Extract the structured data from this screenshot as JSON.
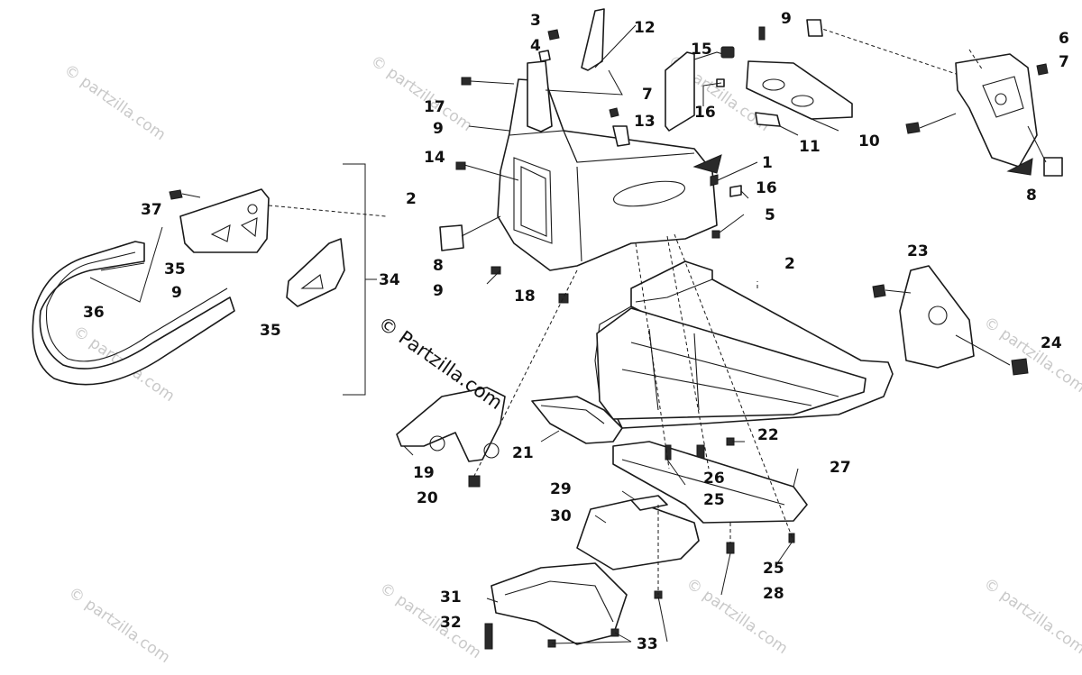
{
  "watermark": {
    "main_text": "© Partzilla.com",
    "tile_text": "© partzilla.com"
  },
  "colors": {
    "ink": "#1a1a1a",
    "watermark": "#c9c9c9",
    "background": "#ffffff"
  },
  "callouts": [
    {
      "id": "c1",
      "label": "1"
    },
    {
      "id": "c2a",
      "label": "2"
    },
    {
      "id": "c2b",
      "label": "2"
    },
    {
      "id": "c3",
      "label": "3"
    },
    {
      "id": "c4",
      "label": "4"
    },
    {
      "id": "c5",
      "label": "5"
    },
    {
      "id": "c6",
      "label": "6"
    },
    {
      "id": "c7a",
      "label": "7"
    },
    {
      "id": "c7b",
      "label": "7"
    },
    {
      "id": "c8a",
      "label": "8"
    },
    {
      "id": "c8b",
      "label": "8"
    },
    {
      "id": "c9a",
      "label": "9"
    },
    {
      "id": "c9b",
      "label": "9"
    },
    {
      "id": "c9c",
      "label": "9"
    },
    {
      "id": "c9d",
      "label": "9"
    },
    {
      "id": "c10",
      "label": "10"
    },
    {
      "id": "c11",
      "label": "11"
    },
    {
      "id": "c12",
      "label": "12"
    },
    {
      "id": "c13",
      "label": "13"
    },
    {
      "id": "c14",
      "label": "14"
    },
    {
      "id": "c15",
      "label": "15"
    },
    {
      "id": "c16a",
      "label": "16"
    },
    {
      "id": "c16b",
      "label": "16"
    },
    {
      "id": "c17",
      "label": "17"
    },
    {
      "id": "c18",
      "label": "18"
    },
    {
      "id": "c19",
      "label": "19"
    },
    {
      "id": "c20",
      "label": "20"
    },
    {
      "id": "c21",
      "label": "21"
    },
    {
      "id": "c22",
      "label": "22"
    },
    {
      "id": "c23",
      "label": "23"
    },
    {
      "id": "c24",
      "label": "24"
    },
    {
      "id": "c25a",
      "label": "25"
    },
    {
      "id": "c25b",
      "label": "25"
    },
    {
      "id": "c26",
      "label": "26"
    },
    {
      "id": "c27",
      "label": "27"
    },
    {
      "id": "c28",
      "label": "28"
    },
    {
      "id": "c29",
      "label": "29"
    },
    {
      "id": "c30",
      "label": "30"
    },
    {
      "id": "c31",
      "label": "31"
    },
    {
      "id": "c32",
      "label": "32"
    },
    {
      "id": "c33",
      "label": "33"
    },
    {
      "id": "c34",
      "label": "34"
    },
    {
      "id": "c35a",
      "label": "35"
    },
    {
      "id": "c35b",
      "label": "35"
    },
    {
      "id": "c36",
      "label": "36"
    },
    {
      "id": "c37",
      "label": "37"
    }
  ]
}
